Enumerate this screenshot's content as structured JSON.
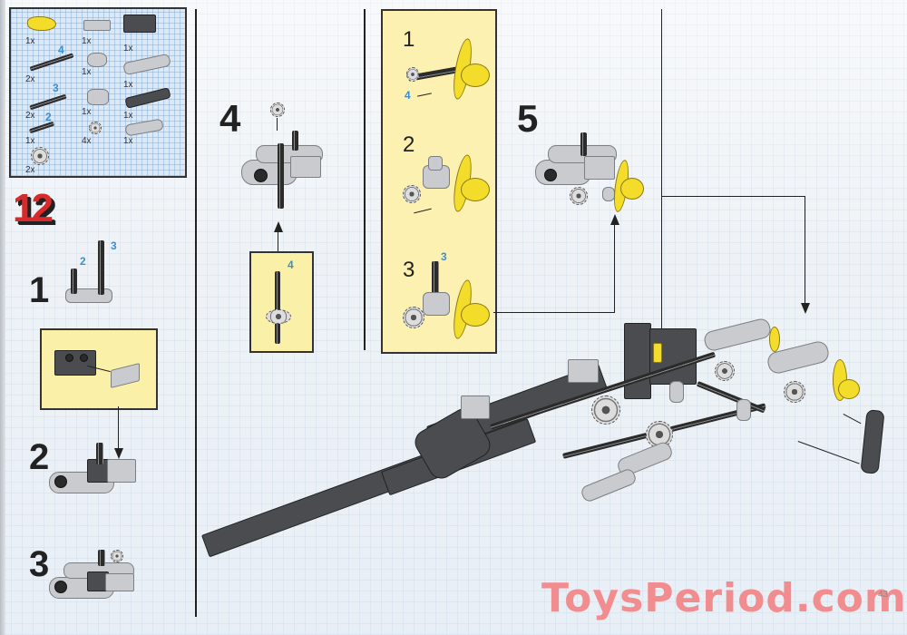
{
  "page": {
    "type": "LEGO Technic building instructions",
    "page_number": "43",
    "watermark": "ToysPeriod.com",
    "colors": {
      "callout_bg": "#fbf0a8",
      "step_red": "#d82a2a",
      "reference_blue": "#3a8fd0",
      "watermark": "#f28d8f",
      "part_yellow": "#f4dc2a",
      "part_dark_gray": "#4a4c50",
      "part_light_gray": "#c9cbce"
    }
  },
  "parts_list": {
    "items": [
      {
        "qty": "1x",
        "part": "yellow propeller",
        "ref": ""
      },
      {
        "qty": "1x",
        "part": "light gray plate 1x4 with grooves",
        "ref": ""
      },
      {
        "qty": "1x",
        "part": "dark gray technic brick 1x2",
        "ref": ""
      },
      {
        "qty": "2x",
        "part": "axle",
        "ref": "4"
      },
      {
        "qty": "1x",
        "part": "axle joiner perpendicular",
        "ref": ""
      },
      {
        "qty": "1x",
        "part": "light gray technic liftarm 1x6",
        "ref": ""
      },
      {
        "qty": "2x",
        "part": "axle",
        "ref": "3"
      },
      {
        "qty": "1x",
        "part": "pin connector",
        "ref": ""
      },
      {
        "qty": "1x",
        "part": "dark gray bent liftarm",
        "ref": ""
      },
      {
        "qty": "1x",
        "part": "axle",
        "ref": "2"
      },
      {
        "qty": "4x",
        "part": "bush",
        "ref": ""
      },
      {
        "qty": "1x",
        "part": "light gray technic liftarm 1x4",
        "ref": ""
      },
      {
        "qty": "2x",
        "part": "bevel gear 12 tooth",
        "ref": ""
      }
    ]
  },
  "main_step": "12",
  "steps": [
    {
      "number": "1",
      "refs": [
        "2",
        "3"
      ]
    },
    {
      "number": "2",
      "refs": []
    },
    {
      "number": "3",
      "refs": []
    },
    {
      "number": "4",
      "refs": [
        "4"
      ]
    },
    {
      "number": "5",
      "refs": []
    }
  ],
  "propeller_callout": {
    "substeps": [
      {
        "number": "1",
        "ref": "4"
      },
      {
        "number": "2",
        "ref": ""
      },
      {
        "number": "3",
        "ref": "3"
      }
    ]
  }
}
